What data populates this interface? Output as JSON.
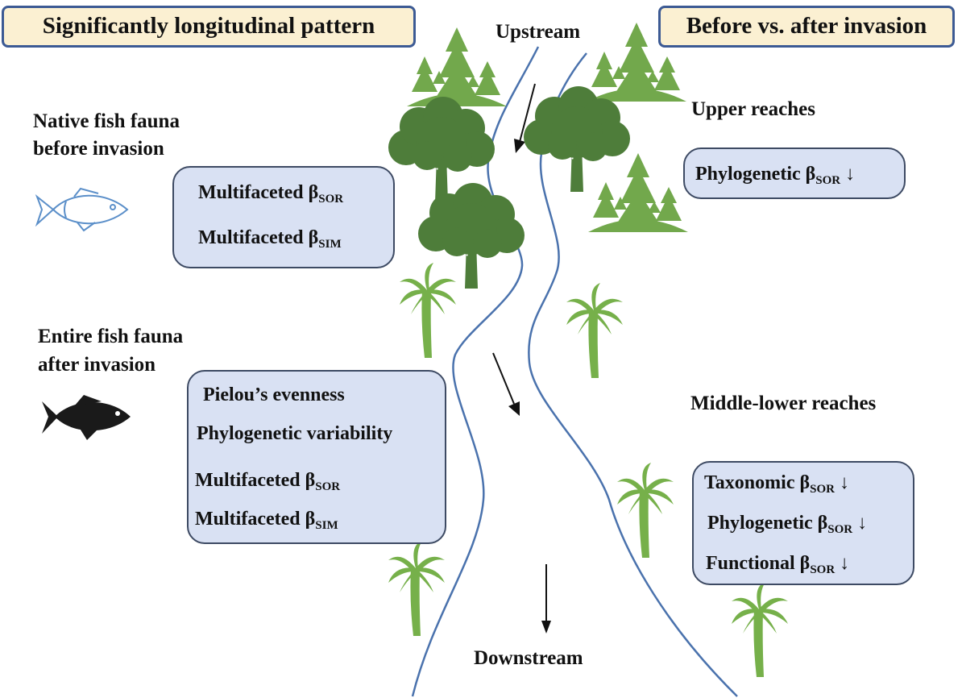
{
  "headers": {
    "left": "Significantly longitudinal pattern",
    "right": "Before vs. after invasion"
  },
  "flow": {
    "upstream": "Upstream",
    "downstream": "Downstream"
  },
  "left": {
    "native": {
      "line1": "Native fish fauna",
      "line2": "before invasion"
    },
    "native_box": [
      {
        "text": "Multifaceted β",
        "sub": "SOR"
      },
      {
        "text": "Multifaceted β",
        "sub": "SIM"
      }
    ],
    "entire": {
      "line1": "Entire fish fauna",
      "line2": "after invasion"
    },
    "entire_box": {
      "item1": "Pielou’s evenness",
      "item2": "Phylogenetic variability",
      "item3": {
        "text": "Multifaceted β",
        "sub": "SOR"
      },
      "item4": {
        "text": "Multifaceted β",
        "sub": "SIM"
      }
    }
  },
  "right": {
    "upper": {
      "label": "Upper reaches",
      "box": [
        {
          "text": "Phylogenetic β",
          "sub": "SOR",
          "arrow": "↓"
        }
      ]
    },
    "lower": {
      "label": "Middle-lower reaches",
      "box": [
        {
          "text": "Taxonomic β",
          "sub": "SOR",
          "arrow": "↓"
        },
        {
          "text": "Phylogenetic β",
          "sub": "SOR",
          "arrow": "↓"
        },
        {
          "text": "Functional β",
          "sub": "SOR",
          "arrow": "↓"
        }
      ]
    }
  },
  "colors": {
    "river": "#4a72ad",
    "box_fill": "#d9e1f3",
    "header_fill": "#fbf0d2",
    "header_border": "#3c5a94",
    "oak": "#4e7d3a",
    "pine": "#72a84c",
    "palm": "#76b04a",
    "native_fish": "#5b8fc9",
    "invasive_fish": "#1a1a1a"
  },
  "icons": [
    "pine-cluster-icon",
    "oak-tree-icon",
    "palm-tree-icon",
    "native-fish-icon",
    "invasive-fish-icon",
    "flow-arrow-icon"
  ]
}
